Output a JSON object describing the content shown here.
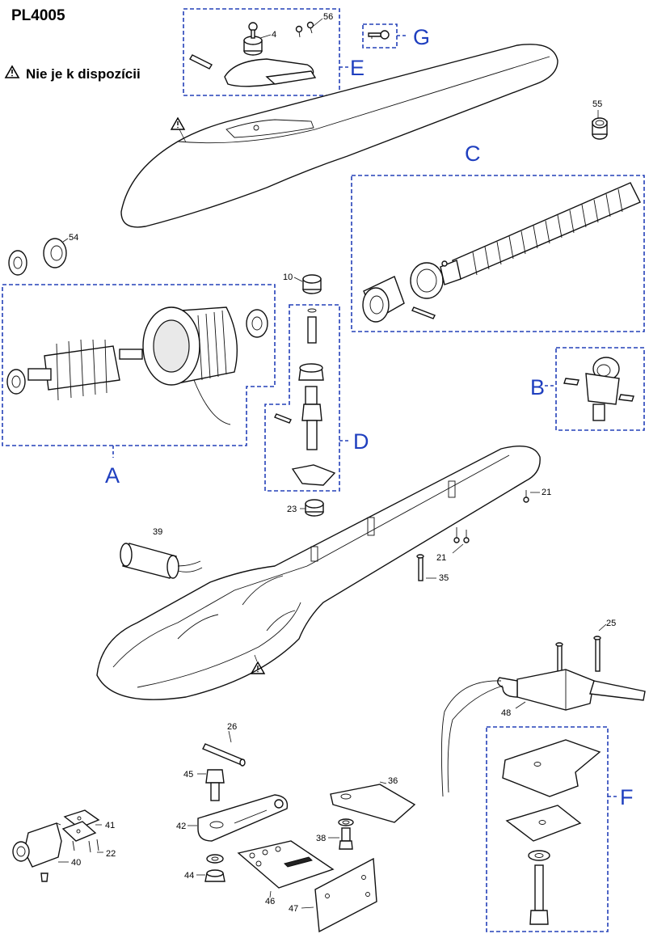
{
  "header": {
    "model": "PL4005",
    "warning_note": "Nie je k dispozícii"
  },
  "groups": {
    "a": "A",
    "b": "B",
    "c": "C",
    "d": "D",
    "e": "E",
    "f": "F",
    "g": "G"
  },
  "callouts": {
    "p4": "4",
    "p56": "56",
    "p55": "55",
    "p54": "54",
    "p10": "10",
    "p23": "23",
    "p21a": "21",
    "p21b": "21",
    "p35": "35",
    "p39": "39",
    "p25": "25",
    "p48": "48",
    "p26": "26",
    "p45": "45",
    "p42": "42",
    "p44": "44",
    "p46": "46",
    "p47": "47",
    "p36": "36",
    "p38": "38",
    "p41": "41",
    "p22": "22",
    "p40": "40"
  },
  "icons": {
    "warning": "warning-triangle-icon",
    "key": "key-icon"
  },
  "colors": {
    "group_outline": "#2440b8",
    "group_label": "#1f3fbf",
    "line_art": "#111111"
  }
}
